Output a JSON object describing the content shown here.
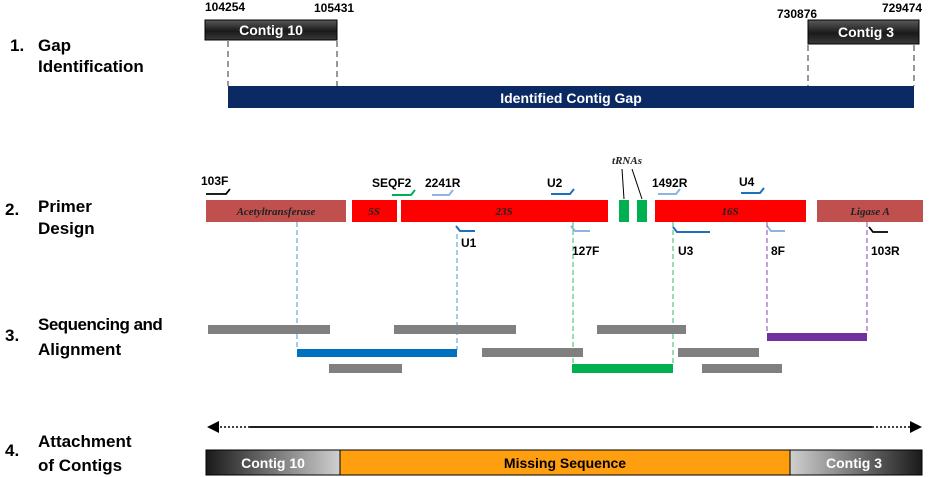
{
  "colors": {
    "navy": "#0b2a63",
    "rrna_red": "#ff0000",
    "edge_red": "#c0504d",
    "orange": "#ff9e0f",
    "trna_green": "#00b050",
    "read_gray": "#808080",
    "read_blue": "#0070c0",
    "read_green": "#00b050",
    "read_purple": "#7030a0",
    "primer_light": "#8db4e2",
    "primer_dark": "#1f6fbf",
    "dash_blue": "#4a9ad4",
    "dash_green": "#33bb66",
    "dash_purple": "#8e44ad"
  },
  "steps": [
    {
      "number": "1.",
      "line1": "Gap",
      "line2": "Identification"
    },
    {
      "number": "2.",
      "line1": "Primer",
      "line2": "Design"
    },
    {
      "number": "3.",
      "line1": "Sequencing and",
      "line2": "Alignment"
    },
    {
      "number": "4.",
      "line1": "Attachment",
      "line2": "of Contigs"
    }
  ],
  "gap": {
    "left_contig": "Contig 10",
    "right_contig": "Contig 3",
    "coord_left_start": "104254",
    "coord_left_end": "105431",
    "coord_right_start": "730876",
    "coord_right_end": "729474",
    "gap_label": "Identified  Contig  Gap"
  },
  "genes": [
    {
      "label": "Acetyltransferase",
      "color": "edge"
    },
    {
      "label": "5S",
      "color": "red"
    },
    {
      "label": "23S",
      "color": "red"
    },
    {
      "label": "16S",
      "color": "red"
    },
    {
      "label": "Ligase  A",
      "color": "edge"
    }
  ],
  "trna_label": "tRNAs",
  "primers": {
    "p103F": "103F",
    "seqf2": "SEQF2",
    "p2241R": "2241R",
    "u2": "U2",
    "p1492R": "1492R",
    "u4": "U4",
    "u1": "U1",
    "p127F": "127F",
    "u3": "U3",
    "p8F": "8F",
    "p103R": "103R"
  },
  "final": {
    "left_contig": "Contig 10",
    "middle": "Missing Sequence",
    "right_contig": "Contig 3"
  }
}
